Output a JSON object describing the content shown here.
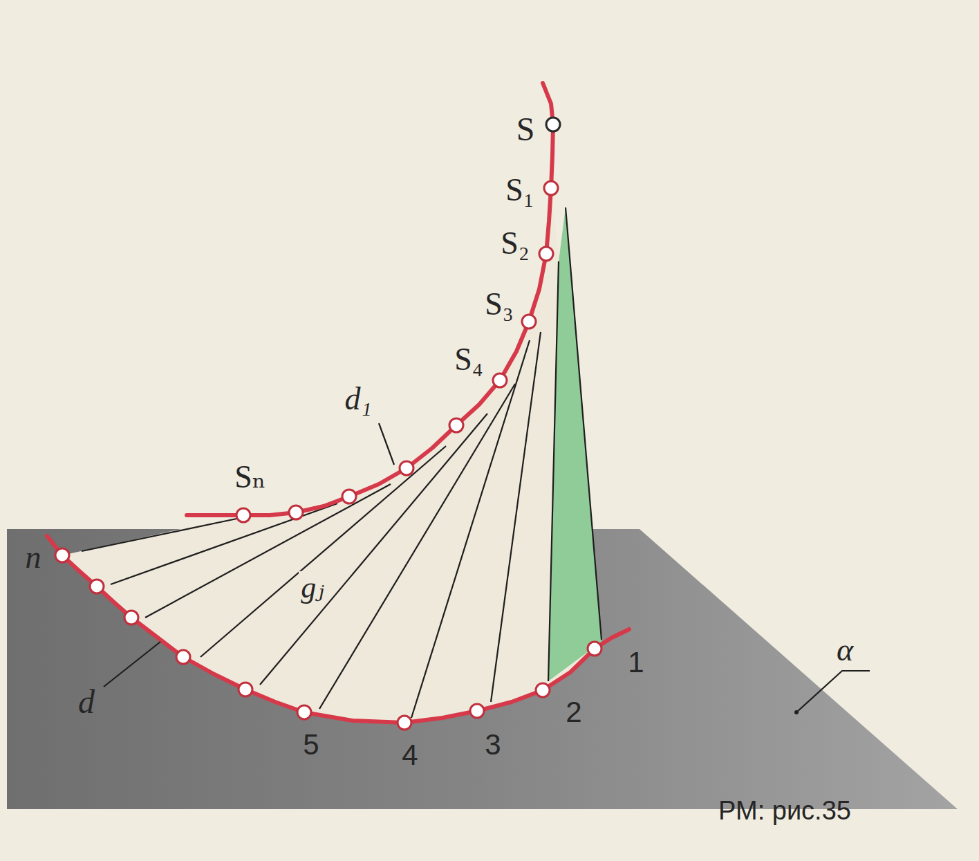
{
  "diagram": {
    "labels": [
      "S",
      "S₁",
      "S₂",
      "S₃",
      "S₄",
      "d₁",
      "Sₙ",
      "n",
      "gⱼ",
      "d",
      "5",
      "4",
      "3",
      "2",
      "1",
      "α",
      "РМ: рис.35"
    ]
  }
}
